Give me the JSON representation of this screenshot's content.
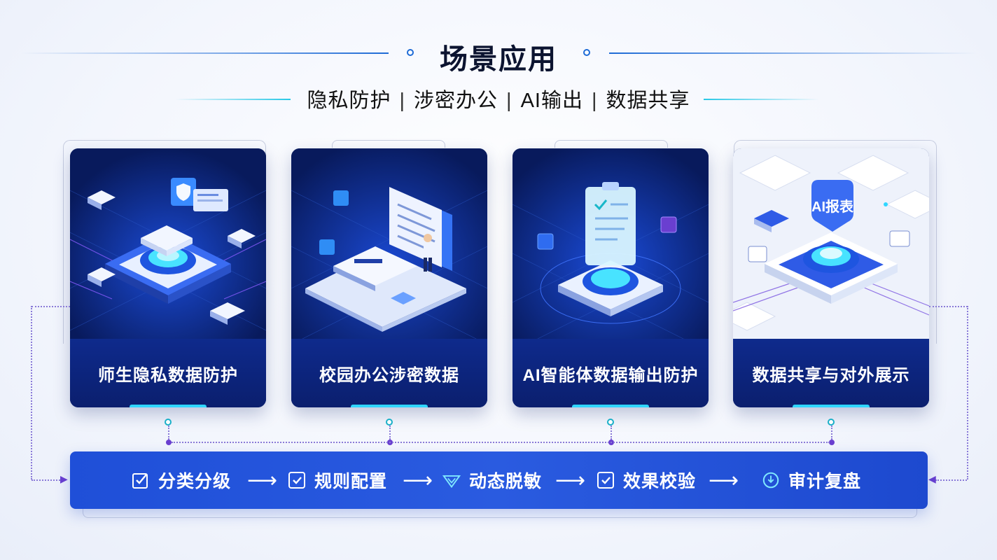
{
  "header": {
    "title": "场景应用",
    "subtitle_items": [
      "隐私防护",
      "涉密办公",
      "AI输出",
      "数据共享"
    ],
    "separator": "|"
  },
  "cards": [
    {
      "label": "师生隐私数据防护",
      "theme": "dark"
    },
    {
      "label": "校园办公涉密数据",
      "theme": "dark"
    },
    {
      "label": "AI智能体数据输出防护",
      "theme": "dark"
    },
    {
      "label": "数据共享与对外展示",
      "theme": "light",
      "art_badge": "AI报表"
    }
  ],
  "flow": {
    "steps": [
      {
        "label": "分类分级",
        "icon": "checklist-icon"
      },
      {
        "label": "规则配置",
        "icon": "config-box-icon"
      },
      {
        "label": "动态脱敏",
        "icon": "diamond-shield-icon"
      },
      {
        "label": "效果校验",
        "icon": "verify-box-icon"
      },
      {
        "label": "审计复盘",
        "icon": "audit-circle-icon"
      }
    ],
    "arrow": "⟶"
  },
  "colors": {
    "accent": "#2fd6ff",
    "bar": "#2354da",
    "card_dark": "#0b1f6e",
    "title": "#0c1430"
  }
}
